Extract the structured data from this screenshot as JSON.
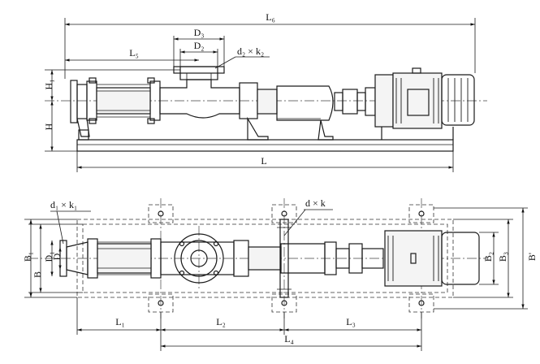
{
  "labels": {
    "L6": "L₆",
    "D3": "D₃",
    "D2": "D₂",
    "L5": "L₅",
    "d2k2": "d₂ × k₂",
    "H1": "H₁",
    "H": "H",
    "L": "L",
    "d1k1": "d₁ × k₁",
    "dk": "d × k",
    "B1": "B₁",
    "B": "B",
    "D1": "D₁",
    "D": "D",
    "B2": "B₂",
    "B3": "B₃",
    "Bp": "B'",
    "L1": "L₁",
    "L2": "L₂",
    "L3": "L₃",
    "L4": "L₄"
  }
}
